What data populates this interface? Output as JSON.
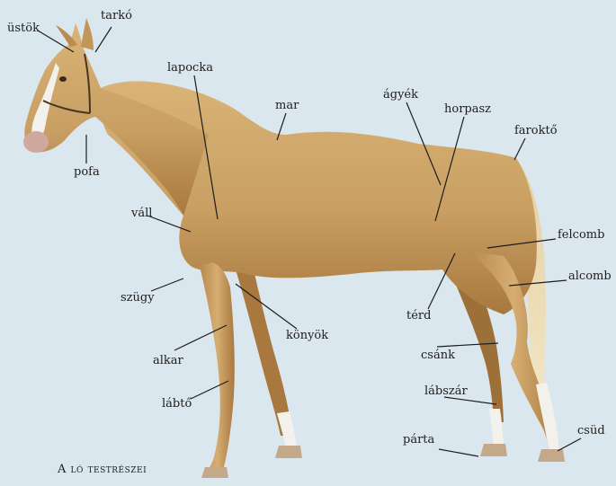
{
  "colors": {
    "background": "#dbe7ee",
    "coat": "#c99f63",
    "coat_shadow": "#a8783f",
    "mane_tail": "#ecdcb7",
    "white_markings": "#f3f1ec",
    "leader_line": "#1d1d1d"
  },
  "caption": "A ló testrészei",
  "labels": {
    "ustok": "üstök",
    "tarko": "tarkó",
    "lapocka": "lapocka",
    "mar": "mar",
    "agyek": "ágyék",
    "horpasz": "horpasz",
    "faroktő": "faroktő",
    "pofa": "pofa",
    "vall": "váll",
    "felcomb": "felcomb",
    "szugy": "szügy",
    "alcomb": "alcomb",
    "konyok": "könyök",
    "terd": "térd",
    "alkar": "alkar",
    "csank": "csánk",
    "labszar": "lábszár",
    "labto": "lábtő",
    "parta": "párta",
    "csud": "csüd"
  }
}
